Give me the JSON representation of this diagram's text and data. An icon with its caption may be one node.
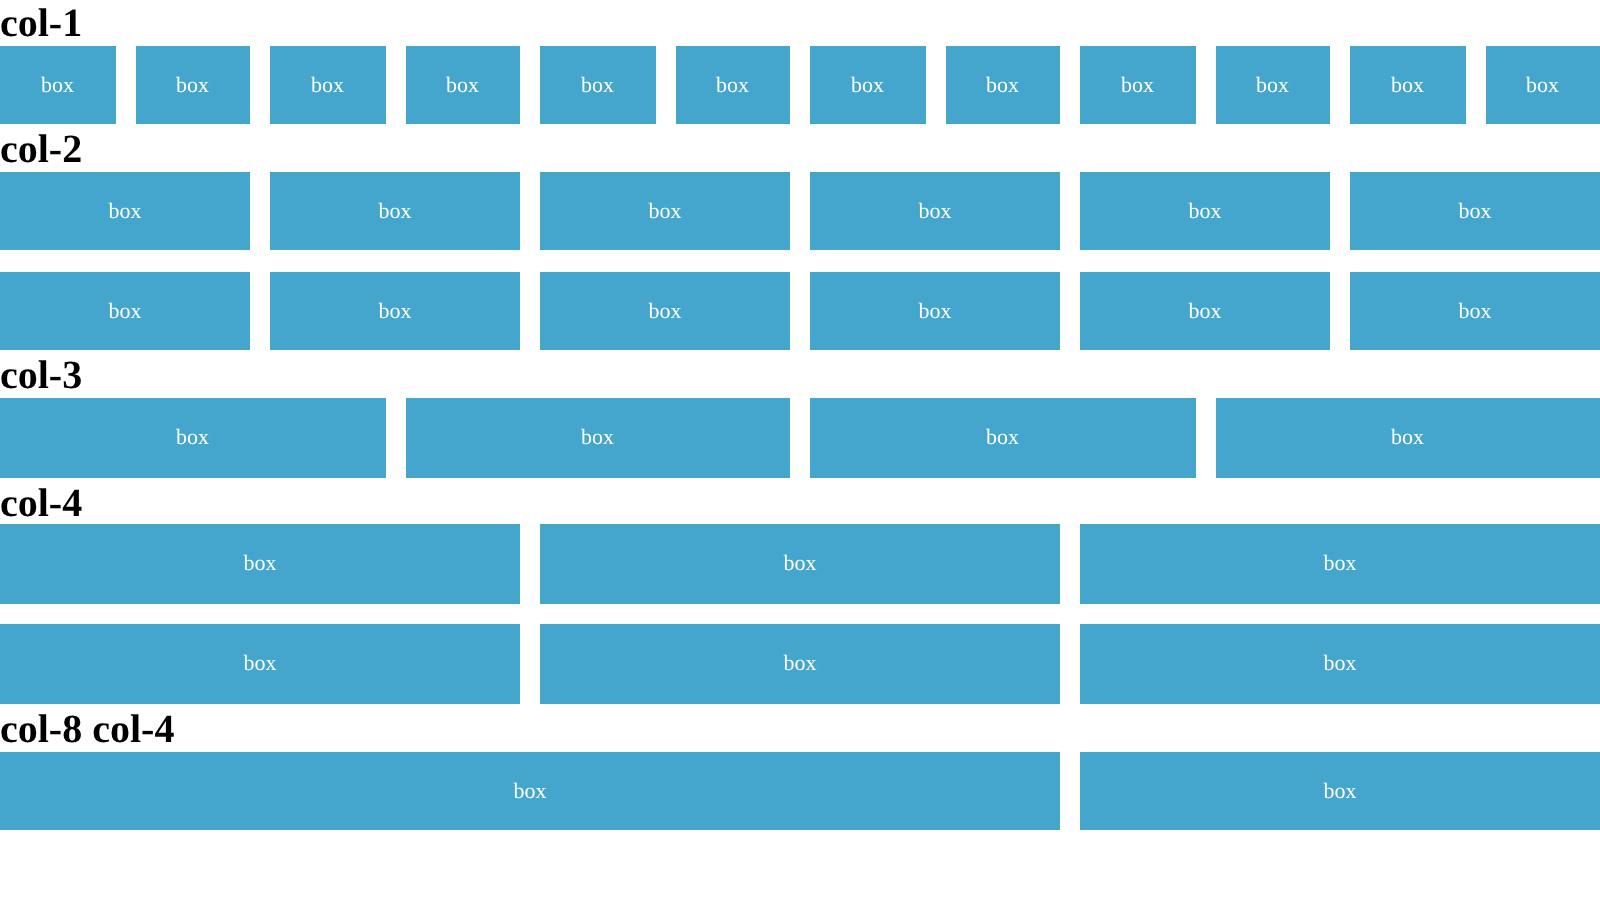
{
  "diagram": {
    "nodes": [
      {
        "text": [
          "box"
        ]
      },
      {
        "text": [
          "box"
        ]
      },
      {
        "text": [
          "box"
        ]
      },
      {
        "text": [
          "box"
        ]
      },
      {
        "text": [
          "box"
        ]
      },
      {
        "text": [
          "box"
        ]
      },
      {
        "text": [
          "box"
        ]
      },
      {
        "text": [
          "box"
        ]
      },
      {
        "text": [
          "box"
        ]
      },
      {
        "text": [
          "box"
        ]
      },
      {
        "text": [
          "box"
        ]
      },
      {
        "text": [
          "box"
        ]
      },
      {
        "text": [
          "box"
        ]
      },
      {
        "text": [
          "box"
        ]
      },
      {
        "text": [
          "box"
        ]
      },
      {
        "text": [
          "box"
        ]
      },
      {
        "text": [
          "box"
        ]
      },
      {
        "text": [
          "box"
        ]
      },
      {
        "text": [
          "box"
        ]
      },
      {
        "text": [
          "box"
        ]
      },
      {
        "text": [
          "box"
        ]
      },
      {
        "text": [
          "box"
        ]
      },
      {
        "text": [
          "box"
        ]
      },
      {
        "text": [
          "box"
        ]
      },
      {
        "text": [
          "box"
        ]
      },
      {
        "text": [
          "box"
        ]
      },
      {
        "text": [
          "box"
        ]
      },
      {
        "text": [
          "box"
        ]
      },
      {
        "text": [
          "box"
        ]
      },
      {
        "text": [
          "box"
        ]
      },
      {
        "text": [
          "box"
        ]
      },
      {
        "text": [
          "box"
        ]
      },
      {
        "text": [
          "box"
        ]
      },
      {
        "text": [
          "box"
        ]
      },
      {
        "text": [
          "box"
        ]
      },
      {
        "text": [
          "box"
        ]
      }
    ],
    "labels": [
      "col-1",
      "col-2",
      "col-3",
      "col-4",
      "col-8 col-4"
    ]
  }
}
